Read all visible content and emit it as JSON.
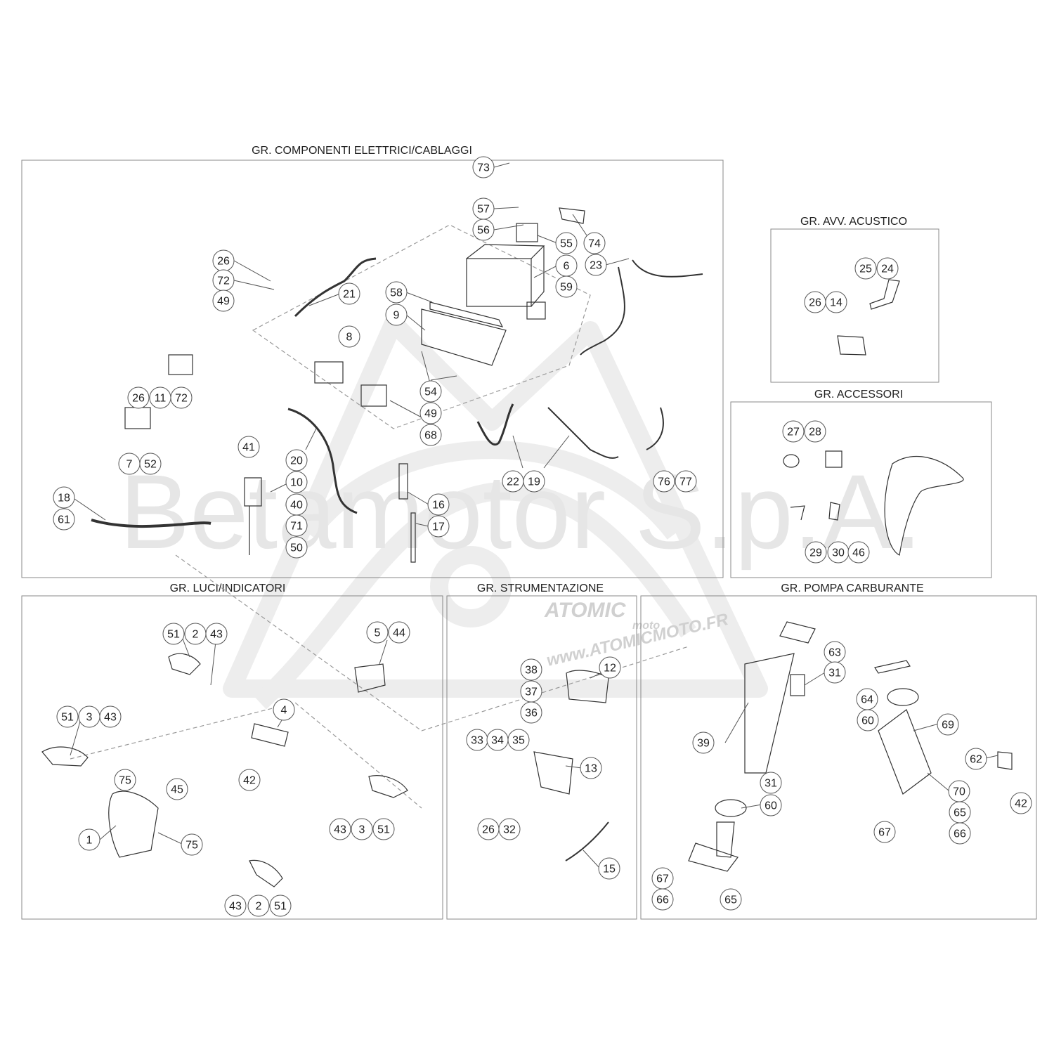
{
  "diagram": {
    "watermark": "Betamotor S.p.A.",
    "logo_lines": [
      "ATOMIC",
      "moto",
      "www.ATOMICMOTO.FR"
    ],
    "sections": [
      {
        "id": "componenti",
        "title": "GR. COMPONENTI ELETTRICI/CABLAGGI"
      },
      {
        "id": "acustico",
        "title": "GR. AVV. ACUSTICO"
      },
      {
        "id": "accessori",
        "title": "GR. ACCESSORI"
      },
      {
        "id": "luci",
        "title": "GR. LUCI/INDICATORI"
      },
      {
        "id": "strumentazione",
        "title": "GR. STRUMENTAZIONE"
      },
      {
        "id": "pompa",
        "title": "GR. POMPA CARBURANTE"
      }
    ],
    "callouts": {
      "componenti": [
        "73",
        "57",
        "56",
        "55",
        "74",
        "23",
        "6",
        "26",
        "72",
        "49",
        "21",
        "59",
        "58",
        "9",
        "8",
        "26",
        "11",
        "72",
        "54",
        "49",
        "68",
        "7",
        "52",
        "41",
        "20",
        "22",
        "19",
        "76",
        "77",
        "10",
        "18",
        "40",
        "16",
        "61",
        "71",
        "17",
        "50"
      ],
      "acustico": [
        "25",
        "24",
        "26",
        "14"
      ],
      "accessori": [
        "27",
        "28",
        "29",
        "30",
        "46"
      ],
      "luci": [
        "51",
        "2",
        "43",
        "5",
        "44",
        "51",
        "3",
        "43",
        "4",
        "42",
        "75",
        "45",
        "43",
        "3",
        "51",
        "1",
        "75",
        "43",
        "2",
        "51"
      ],
      "strumentazione": [
        "38",
        "12",
        "37",
        "36",
        "33",
        "34",
        "35",
        "13",
        "26",
        "32",
        "15"
      ],
      "pompa": [
        "63",
        "31",
        "64",
        "60",
        "69",
        "39",
        "62",
        "31",
        "70",
        "60",
        "42",
        "65",
        "67",
        "66",
        "67",
        "66",
        "65"
      ]
    }
  }
}
